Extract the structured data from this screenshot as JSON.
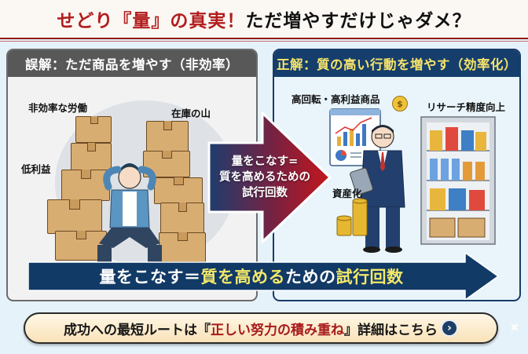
{
  "header": {
    "title_red": "せどり『量』の真実！",
    "title_black": "ただ増やすだけじゃダメ？"
  },
  "left_panel": {
    "title": "誤解：ただ商品を増やす（非効率）",
    "labels": {
      "inefficient_labor": "非効率な労働",
      "inventory_pile": "在庫の山",
      "low_profit": "低利益"
    }
  },
  "right_panel": {
    "title": "正解：質の高い行動を増やす（効率化）",
    "labels": {
      "high_turnover": "高回転・高利益商品",
      "research_accuracy": "リサーチ精度向上",
      "assetization": "資産化"
    }
  },
  "center_arrow": {
    "lines": [
      "量をこなす=",
      "質を高めるための",
      "試行回数"
    ]
  },
  "banner": {
    "part1": "量をこなす＝",
    "part2": "質を高める",
    "part3": "ための",
    "part4": "試行回数"
  },
  "cta": {
    "prefix": "成功への最短ルートは『",
    "accent": "正しい努力の積み重ね",
    "suffix": "』詳細はこちら",
    "icon": "chevron-right-icon",
    "icon_glyph": "›"
  },
  "colors": {
    "title_red": "#b21d1d",
    "left_header": "#585858",
    "right_header": "#153e6c",
    "right_header_text": "#f5e36b",
    "banner_navy": "#123a66",
    "highlight_yellow": "#f3e86a",
    "cta_bg": "#f9e2b8"
  }
}
